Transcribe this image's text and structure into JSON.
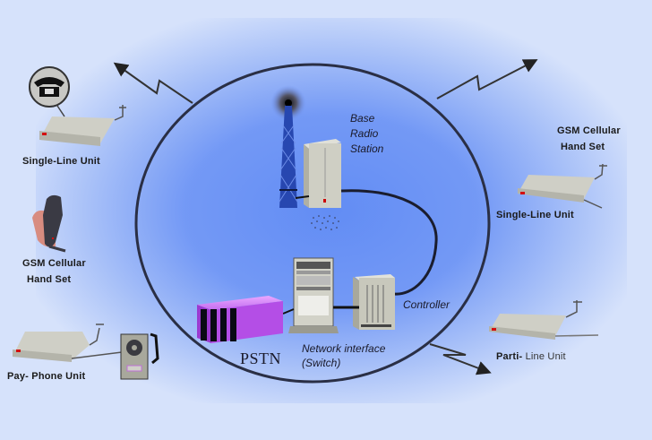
{
  "diagram": {
    "title": "GSM Fixed Wireless Network",
    "center": {
      "base_station": {
        "label_lines": [
          "Base",
          "Radio",
          "Station"
        ],
        "icon": "radio-tower-icon"
      },
      "controller": {
        "label": "Controller",
        "icon": "controller-cabinet-icon"
      },
      "switch": {
        "label_line1": "Network interface",
        "label_line2": "(Switch)",
        "icon": "switch-rack-icon"
      },
      "pstn": {
        "label": "PSTN",
        "icon": "pstn-exchange-icon"
      }
    },
    "left": [
      {
        "label": "Single-Line Unit",
        "icon": "telephone-icon"
      },
      {
        "label_line1": "GSM Cellular",
        "label_line2": "Hand Set",
        "icon": "handset-icon"
      },
      {
        "label": "Pay- Phone Unit",
        "icon": "payphone-icon"
      }
    ],
    "right": [
      {
        "label_line1": "GSM Cellular",
        "label_line2": "Hand Set"
      },
      {
        "label": "Single-Line Unit"
      },
      {
        "label_bold": "Parti-",
        "label_rest": " Line Unit"
      }
    ],
    "colors": {
      "background": "#d6e2fb",
      "cell_inner": "#5f8cf5",
      "ellipse_stroke": "#2a2f45",
      "pstn": "#b44ee6",
      "tower": "#2747b0",
      "device": "#c8c8bc"
    }
  }
}
